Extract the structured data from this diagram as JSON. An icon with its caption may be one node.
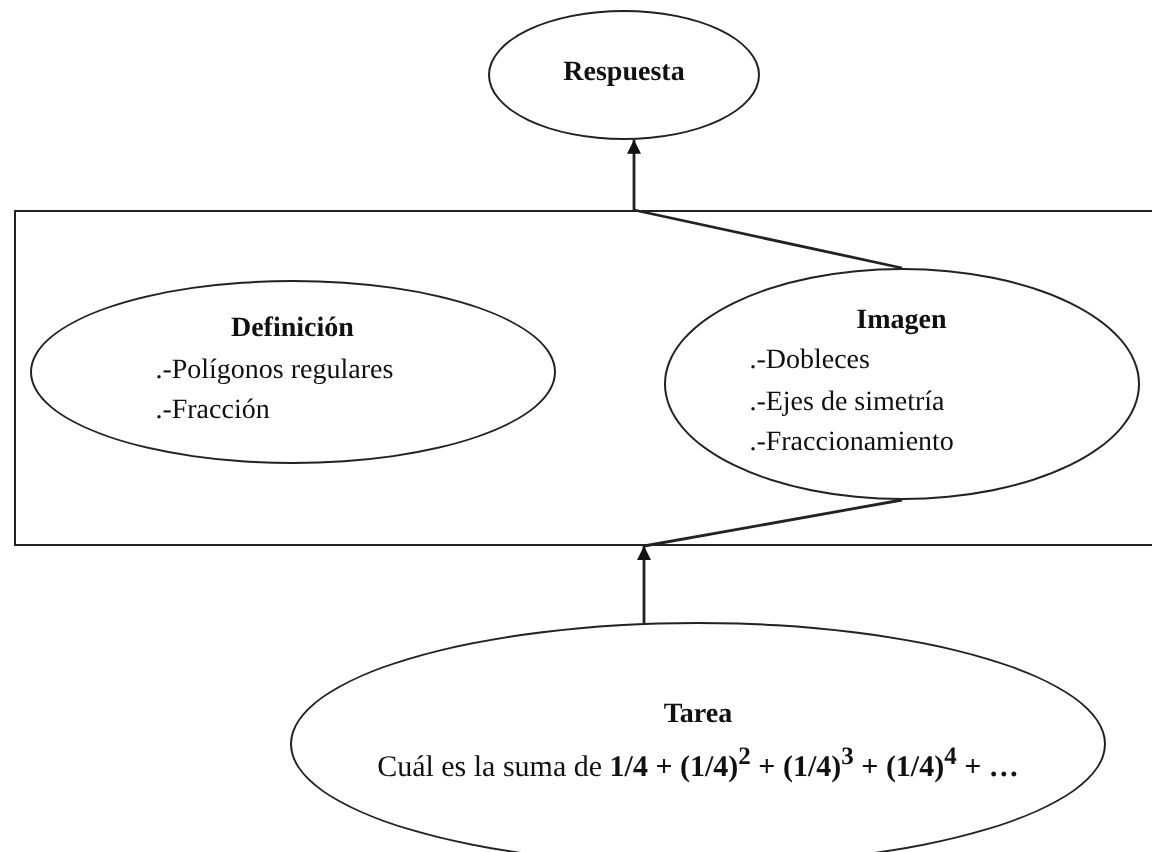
{
  "diagram": {
    "nodes": [
      {
        "text": [
          "Respuesta"
        ]
      },
      {
        "text": [],
        "shape": "box"
      },
      {
        "text": [
          "Definición",
          ".-Polígonos regulares",
          ".-Fracción"
        ],
        "in": 1
      },
      {
        "text": [
          "Imagen",
          ".-Dobleces",
          ".-Ejes de simetría",
          ".-Fraccionamiento"
        ],
        "in": 1
      },
      {
        "text": [
          "Tarea",
          "Cuál es la suma de **1/4 + (1/4)$^{2}$ + (1/4)$^{3}$ + (1/4)$^{4}$ + …**"
        ]
      }
    ],
    "edges": [
      {
        "from": 4,
        "to": 1,
        "arrow": "to"
      },
      {
        "from": 1,
        "to": 3,
        "arrow": "none"
      },
      {
        "from": 3,
        "to": 1,
        "arrow": "none"
      },
      {
        "from": 1,
        "to": 0,
        "arrow": "to"
      }
    ]
  }
}
